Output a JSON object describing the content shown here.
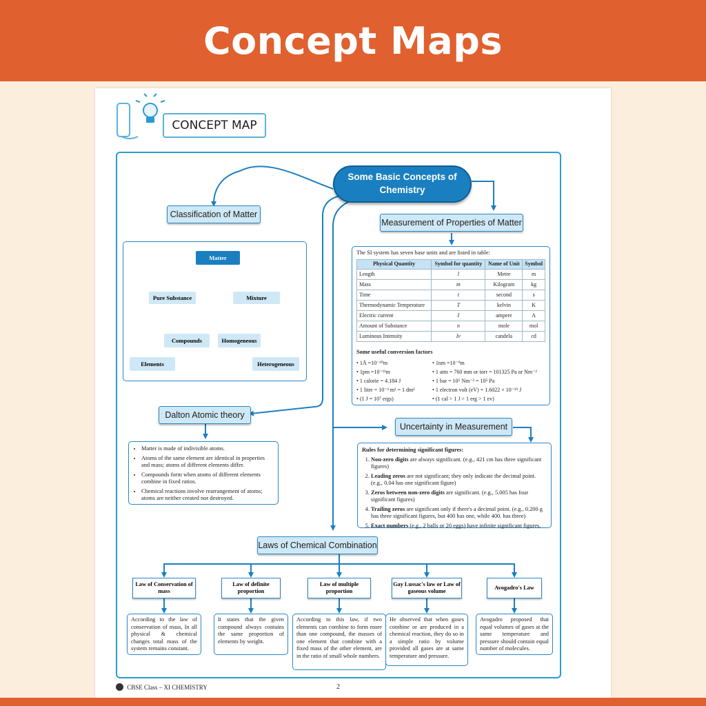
{
  "banner": {
    "title": "Concept Maps"
  },
  "header": {
    "label": "CONCEPT MAP",
    "icon": "lightbulb-icon"
  },
  "map": {
    "root": {
      "line1": "Some Basic Concepts of",
      "line2": "Chemistry"
    },
    "classification": {
      "title": "Classification of Matter",
      "matter": "Matter",
      "pure": "Pure Substance",
      "mixture": "Mixture",
      "compounds": "Compounds",
      "homogeneous": "Homogeneous",
      "elements": "Elements",
      "heterogeneous": "Heterogeneous"
    },
    "measurement": {
      "title": "Measurement of Properties of Matter",
      "intro": "The SI system has seven base units and are listed in table:",
      "columns": [
        "Physical Quantity",
        "Symbol for quantity",
        "Name of Unit",
        "Symbol"
      ],
      "rows": [
        [
          "Length",
          "l",
          "Metre",
          "m"
        ],
        [
          "Mass",
          "m",
          "Kilogram",
          "kg"
        ],
        [
          "Time",
          "t",
          "second",
          "s"
        ],
        [
          "Thermodynamic Temperature",
          "T",
          "kelvin",
          "K"
        ],
        [
          "Electric current",
          "I",
          "ampere",
          "A"
        ],
        [
          "Amount of Substance",
          "n",
          "mole",
          "mol"
        ],
        [
          "Luminous Intensity",
          "Iv",
          "candela",
          "cd"
        ]
      ],
      "conversion_title": "Some useful conversion factors",
      "conversions_left": [
        "1Å =10⁻¹⁰m",
        "1pm =10⁻¹²m",
        "1 calorie = 4.184 J",
        "1 litre = 10⁻³ m³ = 1 dm³",
        "(1 J = 10⁷ ergs)"
      ],
      "conversions_right": [
        "1nm =10⁻⁹m",
        "1 atm = 760 mm or torr = 101325 Pa or Nm⁻²",
        "1 bar = 10⁵ Nm⁻² = 10⁵ Pa",
        "1 electron volt (eV) = 1.6022 × 10⁻¹⁹ J",
        "(1 cal > 1 J > 1 erg > 1 ev)"
      ]
    },
    "dalton": {
      "title": "Dalton Atomic theory",
      "points": [
        "Matter is made of indivisible atoms.",
        "Atoms of the same element are identical in properties and mass; atoms of different elements differ.",
        "Compounds form when atoms of different elements combine in fixed ratios.",
        "Chemical reactions involve rearrangement of atoms; atoms are neither created nor destroyed."
      ]
    },
    "uncertainty": {
      "title": "Uncertainty in Measurement",
      "rules_title": "Rules for determining significant figures:",
      "rules": [
        {
          "bold": "Non-zero digits",
          "text": " are always significant. (e.g., 421 cm has three significant figures)"
        },
        {
          "bold": "Leading zeros",
          "text": " are not significant; they only indicate the decimal point. (e.g., 0.04 has one significant figure)"
        },
        {
          "bold": "Zeros between non-zero digits",
          "text": " are significant. (e.g., 5.005 has four significant figures)"
        },
        {
          "bold": "Trailing zeros",
          "text": " are significant only if there's a decimal point. (e.g., 0.200 g has three significant figures, but 400 has one, while 400. has three)"
        },
        {
          "bold": "Exact numbers",
          "text": " (e.g., 2 balls or 20 eggs) have infinite significant figures."
        }
      ]
    },
    "laws": {
      "title": "Laws of Chemical Combination",
      "items": [
        {
          "name": "Law of Conservation of mass",
          "desc": "According to the law of conservation of mass, In all physical & chemical changes total mass of the system remains constant."
        },
        {
          "name": "Law of definite proportion",
          "desc": "It states that the given compound always contains the same proportion of elements by weight."
        },
        {
          "name": "Law of multiple proportion",
          "desc": "According to this law, if two elements can combine to form more than one compound, the masses of one element that combine with a fixed mass of the other element, are in the ratio of small whole numbers."
        },
        {
          "name": "Gay Lussac's law or Law of gaseous volume",
          "desc": "He observed that when gases combine or are produced in a chemical reaction, they do so in a simple ratio by volume provided all gases are at same temperature and pressure."
        },
        {
          "name": "Avogadro's Law",
          "desc": "Avogadro proposed that equal volumes of gases at the same temperature and pressure should contain equal number of molecules."
        }
      ]
    }
  },
  "footer": {
    "book": "CBSE Class – XI CHEMISTRY",
    "page": "2"
  },
  "colors": {
    "banner": "#e0602f",
    "accent": "#2a9bd1",
    "root": "#1a7fc0",
    "node_fill": "#cfe8f6"
  }
}
